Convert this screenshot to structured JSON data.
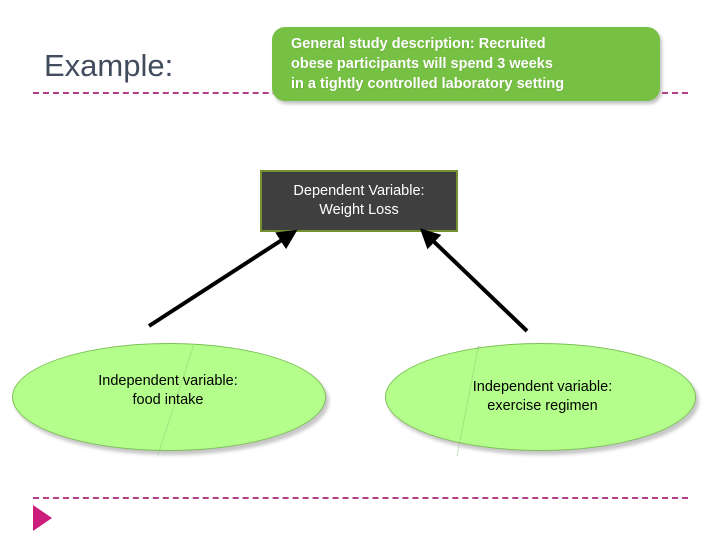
{
  "slide": {
    "title": "Example:",
    "background_color": "#ffffff"
  },
  "colors": {
    "accent_magenta": "#b23f86",
    "triangle_magenta": "#cc1c7c",
    "callout_green": "#76c043",
    "ellipse_green": "#b4ff8c",
    "ellipse_outline": "#7dbf58",
    "dependent_box_fill": "#3f3f3f",
    "dependent_box_border": "#74902f",
    "title_text": "#414c5c"
  },
  "description_callout": {
    "lines": [
      "General study description: Recruited",
      "obese participants will spend 3 weeks",
      "in a tightly controlled laboratory setting"
    ]
  },
  "dependent_variable_box": {
    "lines": [
      "Dependent Variable:",
      "Weight Loss"
    ]
  },
  "independent_variables": [
    {
      "lines": [
        "Independent variable:",
        "food intake"
      ]
    },
    {
      "lines": [
        "Independent variable:",
        "exercise regimen"
      ]
    }
  ],
  "decorations": {
    "top_rule": "dashed-horizontal-line",
    "bottom_rule": "dashed-horizontal-line",
    "bullet_marker": "right-triangle"
  }
}
